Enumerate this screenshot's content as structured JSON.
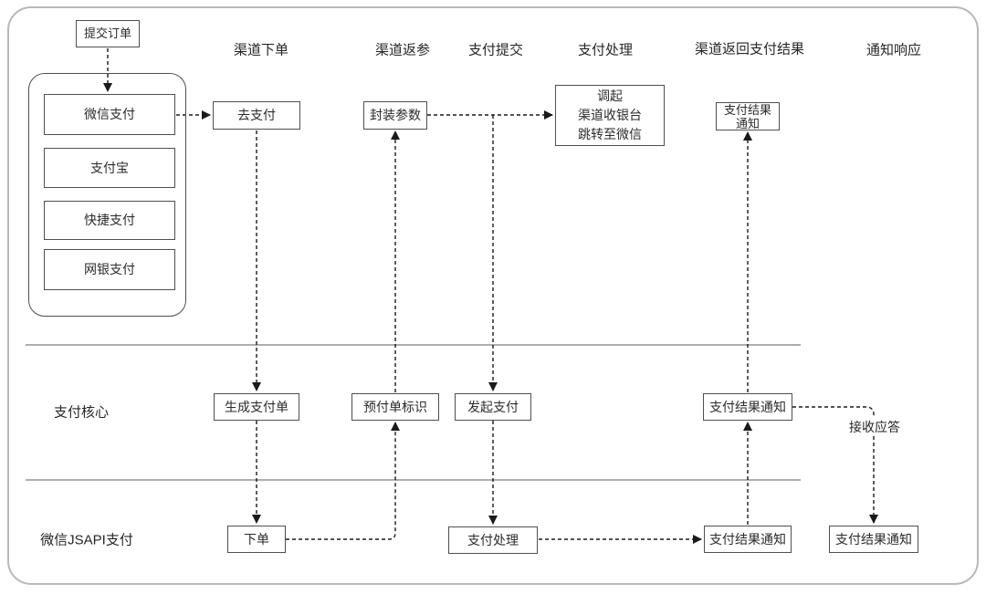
{
  "title_note": "payment channel flow diagram",
  "colors": {
    "background": "#ffffff",
    "outer_border": "#b8b8b8",
    "box_border": "#4f4f4f",
    "connector": "#1a1a1a",
    "separator": "#7d7d7d",
    "text": "#2b2b2b"
  },
  "headers": {
    "channel_order": "渠道下单",
    "channel_return": "渠道返参",
    "pay_submit": "支付提交",
    "pay_process": "支付处理",
    "channel_return_result": "渠道返回支付结果",
    "notify_response": "通知响应"
  },
  "lanes": {
    "core": "支付核心",
    "jsapi": "微信JSAPI支付"
  },
  "nodes": {
    "submit_order": "提交订单",
    "wechat_pay": "微信支付",
    "alipay": "支付宝",
    "quick_pay": "快捷支付",
    "netbank_pay": "网银支付",
    "go_pay": "去支付",
    "wrap_params": "封装参数",
    "invoke_cashier": [
      "调起",
      "渠道收银台",
      "跳转至微信"
    ],
    "pay_result_notice_channel": [
      "支付结果",
      "通知"
    ],
    "gen_pay_order": "生成支付单",
    "prepay_id": "预付单标识",
    "initiate_pay": "发起支付",
    "pay_result_notice_core": "支付结果通知",
    "receive_ack": "接收应答",
    "place_order": "下单",
    "pay_handle": "支付处理",
    "pay_result_notice_jsapi": "支付结果通知",
    "pay_result_notice_response": "支付结果通知"
  }
}
